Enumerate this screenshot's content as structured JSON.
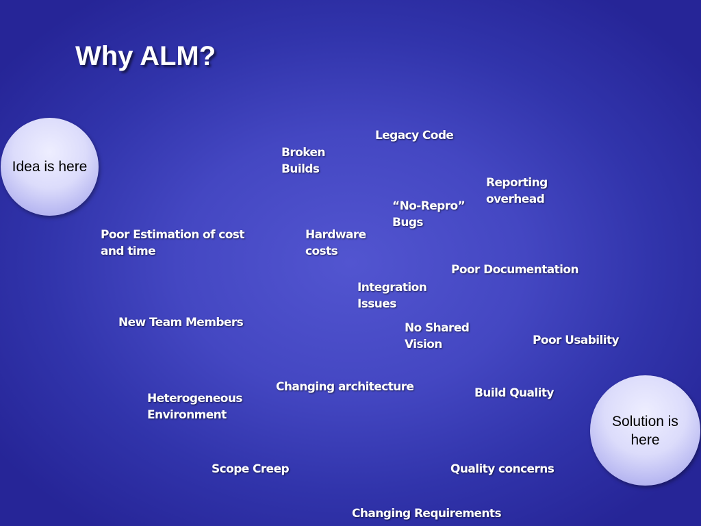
{
  "slide": {
    "title": "Why ALM?",
    "start_circle": "Idea is here",
    "end_circle": "Solution is here",
    "issues": [
      "Legacy Code",
      "Broken\nBuilds",
      "Reporting\noverhead",
      "“No-Repro”\nBugs",
      "Poor Estimation of cost\nand time",
      "Hardware\ncosts",
      "Poor Documentation",
      "Integration\nIssues",
      "New Team Members",
      "No Shared\nVision",
      "Poor Usability",
      "Changing architecture",
      "Build Quality",
      "Heterogeneous\nEnvironment",
      "Scope Creep",
      "Quality concerns",
      "Changing Requirements"
    ]
  }
}
